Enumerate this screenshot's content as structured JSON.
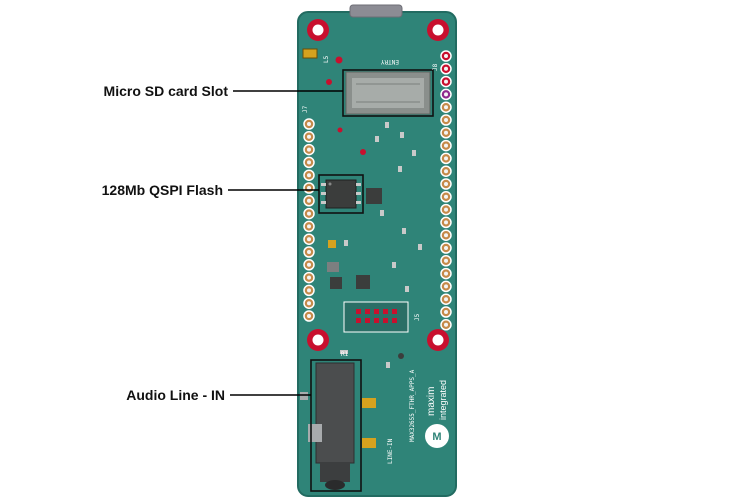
{
  "colors": {
    "pcb_green": "#2f8478",
    "pcb_edge": "#226b61",
    "callout_line": "#000000",
    "pin_copper": "#c58a4a",
    "pad_red": "#c8102e"
  },
  "callouts": {
    "sd": "Micro SD card Slot",
    "flash": "128Mb QSPI Flash",
    "audio": "Audio Line - IN"
  },
  "silkscreen": {
    "entry": "ENTRY",
    "board_name": "MAX32655_FTHR_APPS_A",
    "brand_line1": "maxim",
    "brand_line2": "integrated",
    "line_in": "LINE-IN",
    "j5": "J5",
    "j7": "J7",
    "j8": "J8",
    "l5": "L5",
    "r1": "R1"
  }
}
